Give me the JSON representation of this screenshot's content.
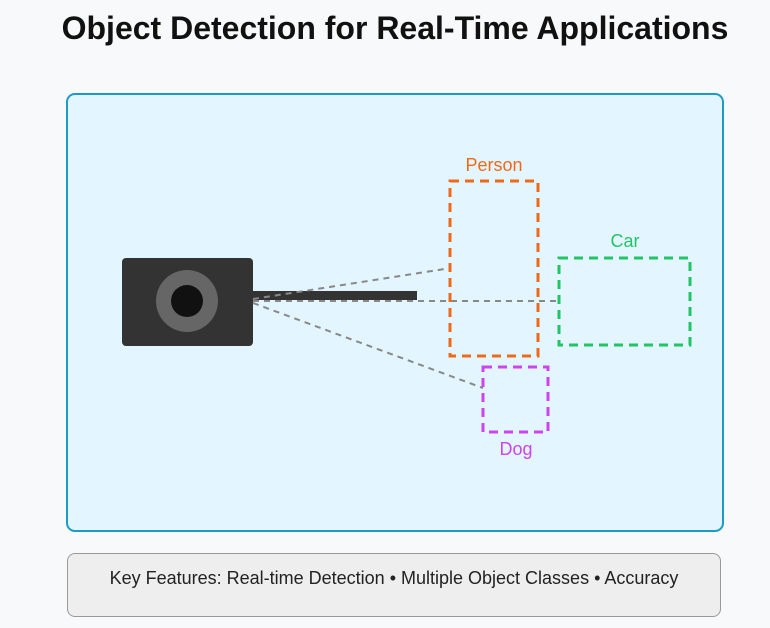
{
  "title": "Object Detection for Real-Time Applications",
  "scene": {
    "camera_icon": "camera-icon",
    "detections": [
      {
        "label": "Person",
        "color": "#ee6a1a"
      },
      {
        "label": "Car",
        "color": "#22c466"
      },
      {
        "label": "Dog",
        "color": "#cc44ee"
      }
    ]
  },
  "footer": {
    "features_text": "Key Features: Real-time Detection • Multiple Object Classes • Accuracy"
  },
  "colors": {
    "panel_fill": "#e3f6ff",
    "panel_border": "#1a9cc4",
    "camera_body": "#333333",
    "lens_ring": "#666666",
    "lens_center": "#111111",
    "sight_line": "#888888"
  }
}
